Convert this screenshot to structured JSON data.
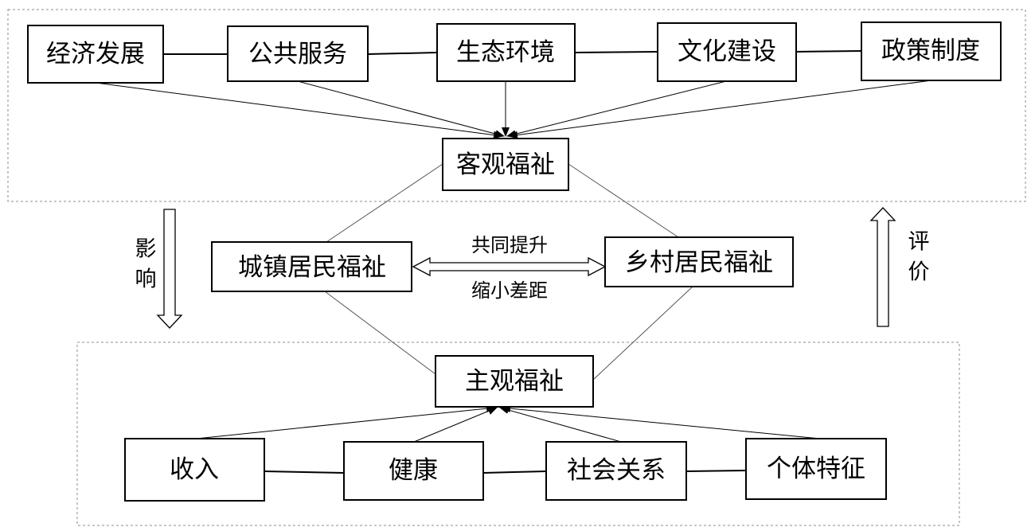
{
  "objective": {
    "factors": [
      "经济发展",
      "公共服务",
      "生态环境",
      "文化建设",
      "政策制度"
    ],
    "center": "客观福祉"
  },
  "middle": {
    "urban": "城镇居民福祉",
    "rural": "乡村居民福祉",
    "link_top": "共同提升",
    "link_bottom": "缩小差距"
  },
  "subjective": {
    "center": "主观福祉",
    "factors": [
      "收入",
      "健康",
      "社会关系",
      "个体特征"
    ]
  },
  "side_labels": {
    "left": [
      "影",
      "响"
    ],
    "right": [
      "评",
      "价"
    ]
  }
}
